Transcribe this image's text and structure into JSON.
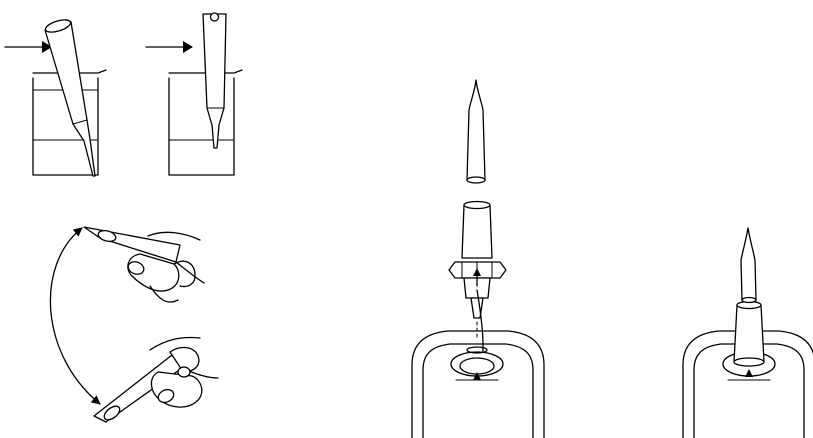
{
  "figure": {
    "panels": [
      {
        "id": "tilted-pipette-in-beaker",
        "icon": "pipette-tilted-icon"
      },
      {
        "id": "upright-pipette-in-beaker",
        "icon": "pipette-upright-icon"
      },
      {
        "id": "hand-rotation",
        "icon": "hand-rotate-icon"
      },
      {
        "id": "tip-removed-from-holder",
        "icon": "tip-holder-icon"
      },
      {
        "id": "tip-installed-on-meter",
        "icon": "tip-installed-icon"
      }
    ],
    "colors": {
      "stroke": "#000000",
      "background": "#ffffff"
    }
  }
}
